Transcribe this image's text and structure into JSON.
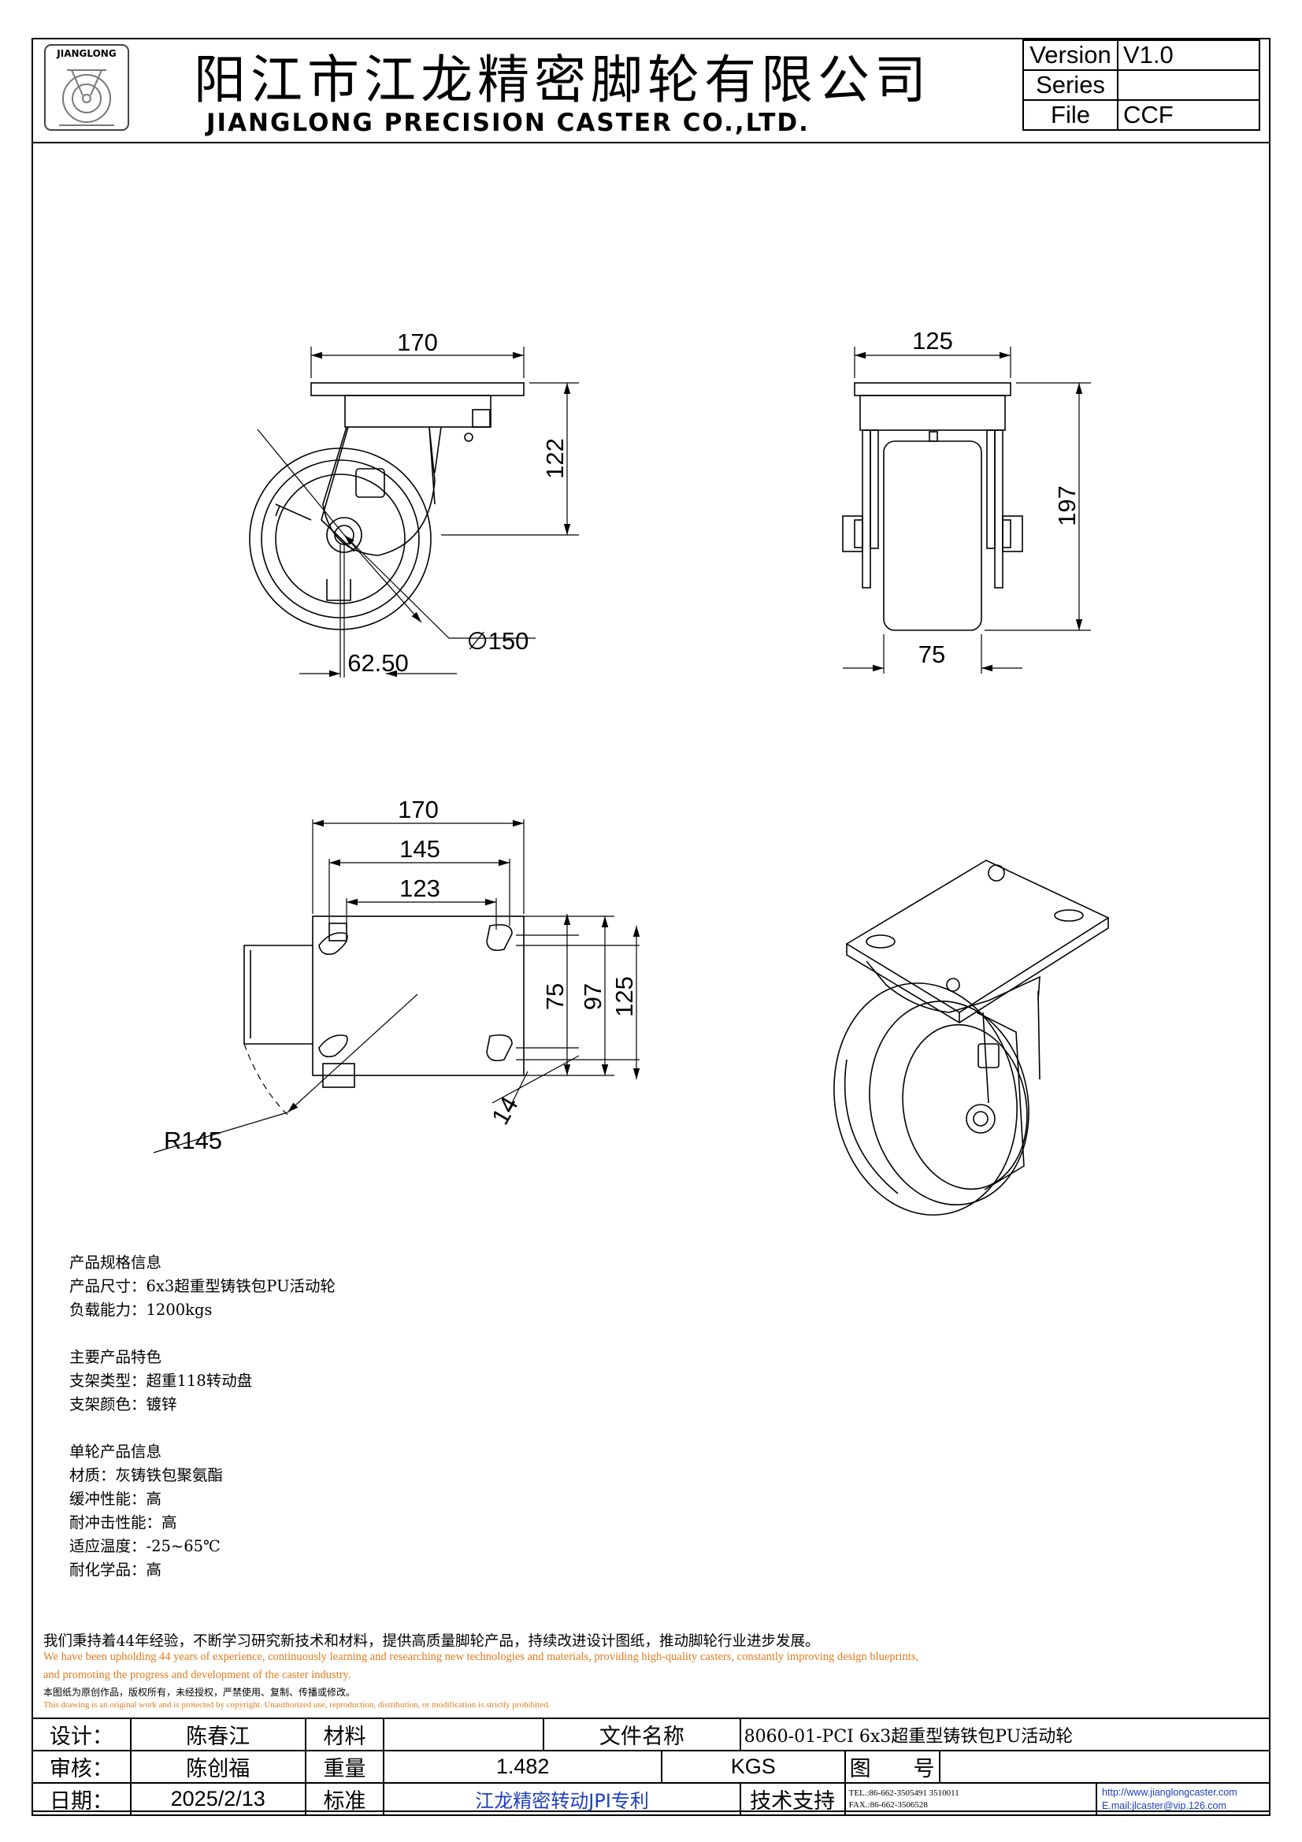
{
  "header": {
    "logo_text": "JIANGLONG",
    "company_cn": "阳江市江龙精密脚轮有限公司",
    "company_en": "JIANGLONG PRECISION CASTER CO.,LTD.",
    "version_table": [
      {
        "key": "Version",
        "value": "V1.0"
      },
      {
        "key": "Series",
        "value": ""
      },
      {
        "key": "File",
        "value": "CCF"
      }
    ]
  },
  "dimensions": {
    "side_width": "170",
    "side_height": "122",
    "offset": "62.50",
    "wheel_diameter": "∅150",
    "front_width": "125",
    "front_height": "197",
    "wheel_width": "75",
    "plate_width": "170",
    "hole_spacing_outer": "145",
    "hole_spacing_inner": "123",
    "plate_75": "75",
    "plate_97": "97",
    "plate_125": "125",
    "slot_14": "14",
    "swivel_radius": "R145"
  },
  "specs": [
    "产品规格信息",
    "产品尺寸：6x3超重型铸铁包PU活动轮",
    "负载能力：1200kgs",
    "",
    "主要产品特色",
    "支架类型：超重118转动盘",
    "支架颜色：镀锌",
    "",
    "单轮产品信息",
    "材质：灰铸铁包聚氨酯",
    "缓冲性能：高",
    "耐冲击性能：高",
    "适应温度：-25~65℃",
    "耐化学品：高"
  ],
  "notes": {
    "cn_main": "我们秉持着44年经验，不断学习研究新技术和材料，提供高质量脚轮产品，持续改进设计图纸，推动脚轮行业进步发展。",
    "en_main_1": "We have been upholding 44 years of experience, continuously learning and researching new technologies and materials, providing high-quality casters, constantly improving design blueprints,",
    "en_main_2": "and promoting the progress and development of the caster industry.",
    "cn_copyright": "本图纸为原创作品，版权所有，未经授权，严禁使用、复制、传播或修改。",
    "en_copyright": "This drawing is an original work and is protected by copyright. Unauthorized use, reproduction, distribution, or modification is strictly prohibited.",
    "accent_color": "#e07b1e"
  },
  "title_block": {
    "design_label": "设计：",
    "design_value": "陈春江",
    "material_label": "材料",
    "material_value": "",
    "filename_label": "文件名称",
    "filename_value": "8060-01-PCI 6x3超重型铸铁包PU活动轮",
    "review_label": "审核：",
    "review_value": "陈创福",
    "weight_label": "重量",
    "weight_value": "1.482",
    "weight_unit": "KGS",
    "drawing_no_label": "图　　号",
    "drawing_no_value": "",
    "date_label": "日期：",
    "date_value": "2025/2/13",
    "standard_label": "标准",
    "standard_value": "江龙精密转动JPI专利",
    "support_label": "技术支持",
    "tel": "TEL.:86-662-3505491 3510011",
    "fax": "FAX.:86-662-3506528",
    "website": "http://www.jianglongcaster.com",
    "email": "E.mail:jlcaster@vip.126.com"
  }
}
